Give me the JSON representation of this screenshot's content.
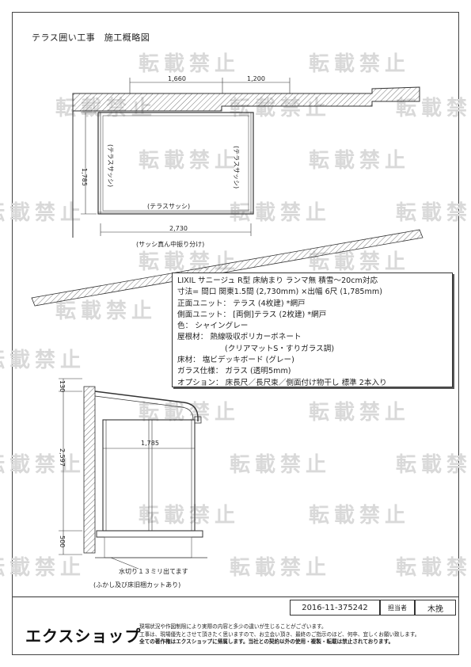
{
  "title": "テラス囲い工事　施工概略図",
  "watermark": "転載禁止",
  "plan": {
    "dim_top_left": "1,660",
    "dim_top_right": "1,200",
    "dim_side": "1,785",
    "dim_bottom": "2,730",
    "label_left_sash": "(テラスサッシ)",
    "label_right_sash": "(テラスサッシ)",
    "label_bottom_sash": "(テラスサッシ)",
    "label_sash_center": "(サッシ真ん中振り分け)"
  },
  "spec": {
    "line1": "LIXIL サニージュ R型 床納まり ランマ無 積雪〜20cm対応",
    "line2": "寸法= 間口 関東1.5間 (2,730mm) ×出幅 6尺 (1,785mm)",
    "line3": "正面ユニット： テラス (4枚建) *網戸",
    "line4": "側面ユニット： [両側]テラス (2枚建) *網戸",
    "line5": "色： シャイングレー",
    "line6": "屋根材： 熱線吸収ポリカーボネート",
    "line7": "(クリアマットS・すりガラス調)",
    "line8": "床材： 塩ビデッキボード (グレー)",
    "line9": "ガラス仕様： ガラス (透明5mm)",
    "line10": "オプション： 床長尺／長尺束／側面付け物干し 標準 2本入り"
  },
  "elevation": {
    "dim_top": "130",
    "dim_height": "2,597",
    "dim_base": "500",
    "dim_depth": "1,785",
    "note1": "水切り１３ミリ出てます",
    "note2": "(ふかし及び床旧梱カットあり)"
  },
  "footer": {
    "doc_no": "2016-11-375242",
    "person_label": "担当者",
    "person": "木挽",
    "logo": "エクスショップ",
    "note_line1": "現場状況や作図制限により実際の内容と多少の違いが生じることがございます。",
    "note_line2": "工事は、現場優先とさせて頂きたく思いますので、お立会い頂き、最終のご指示のほど、何卒、宜しくお願い致します。",
    "note_line3": "全ての著作権はエクスショップに帰属します。当社との契約以外の使用・複製・転載は禁止されております。"
  }
}
